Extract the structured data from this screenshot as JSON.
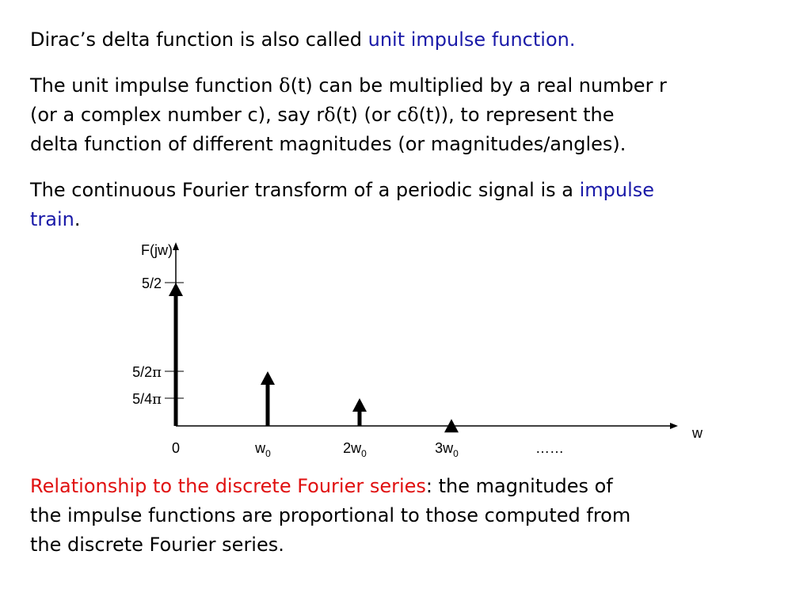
{
  "intro": {
    "text": "Dirac’s delta function is also called ",
    "highlight": "unit impulse function",
    "end": "."
  },
  "scaling": {
    "line1_a": "The unit impulse function ",
    "delta": "δ",
    "line1_b": "(t) can be multiplied by a real number r",
    "line2_a": "(or a complex number c), say r",
    "line2_b": "(t) (or c",
    "line2_c": "(t)), to represent the",
    "line3": "delta function of different magnitudes (or magnitudes/angles)."
  },
  "fourier": {
    "line1": "The continuous Fourier transform of a periodic signal is a ",
    "highlight_1": "impulse",
    "highlight_2": "train",
    "end": "."
  },
  "relationship": {
    "label": "Relationship to the discrete Fourier series",
    "line1_b": ": the magnitudes of",
    "line2": "the impulse functions are proportional to those computed from",
    "line3": "the discrete Fourier series."
  },
  "chart_data": {
    "type": "bar",
    "ylabel": "F(jw)",
    "xlabel": "w",
    "categories": [
      "0",
      "w0",
      "2w0",
      "3w0",
      "……"
    ],
    "x_tick_labels": [
      {
        "base": "0",
        "sub": ""
      },
      {
        "base": "w",
        "sub": "0"
      },
      {
        "base": "2w",
        "sub": "0"
      },
      {
        "base": "3w",
        "sub": "0"
      }
    ],
    "x_ellipsis": "……",
    "y_tick_labels": [
      "5/2",
      "5/2π",
      "5/4π"
    ],
    "y_tick_values": [
      2.5,
      0.7958,
      0.3979
    ],
    "impulses": [
      {
        "x": 0,
        "value": 2.5
      },
      {
        "x": 1,
        "value": 0.7958
      },
      {
        "x": 2,
        "value": 0.3979
      },
      {
        "x": 3,
        "value": 0.1
      }
    ],
    "style": {
      "impulse_color": "#000000"
    }
  }
}
